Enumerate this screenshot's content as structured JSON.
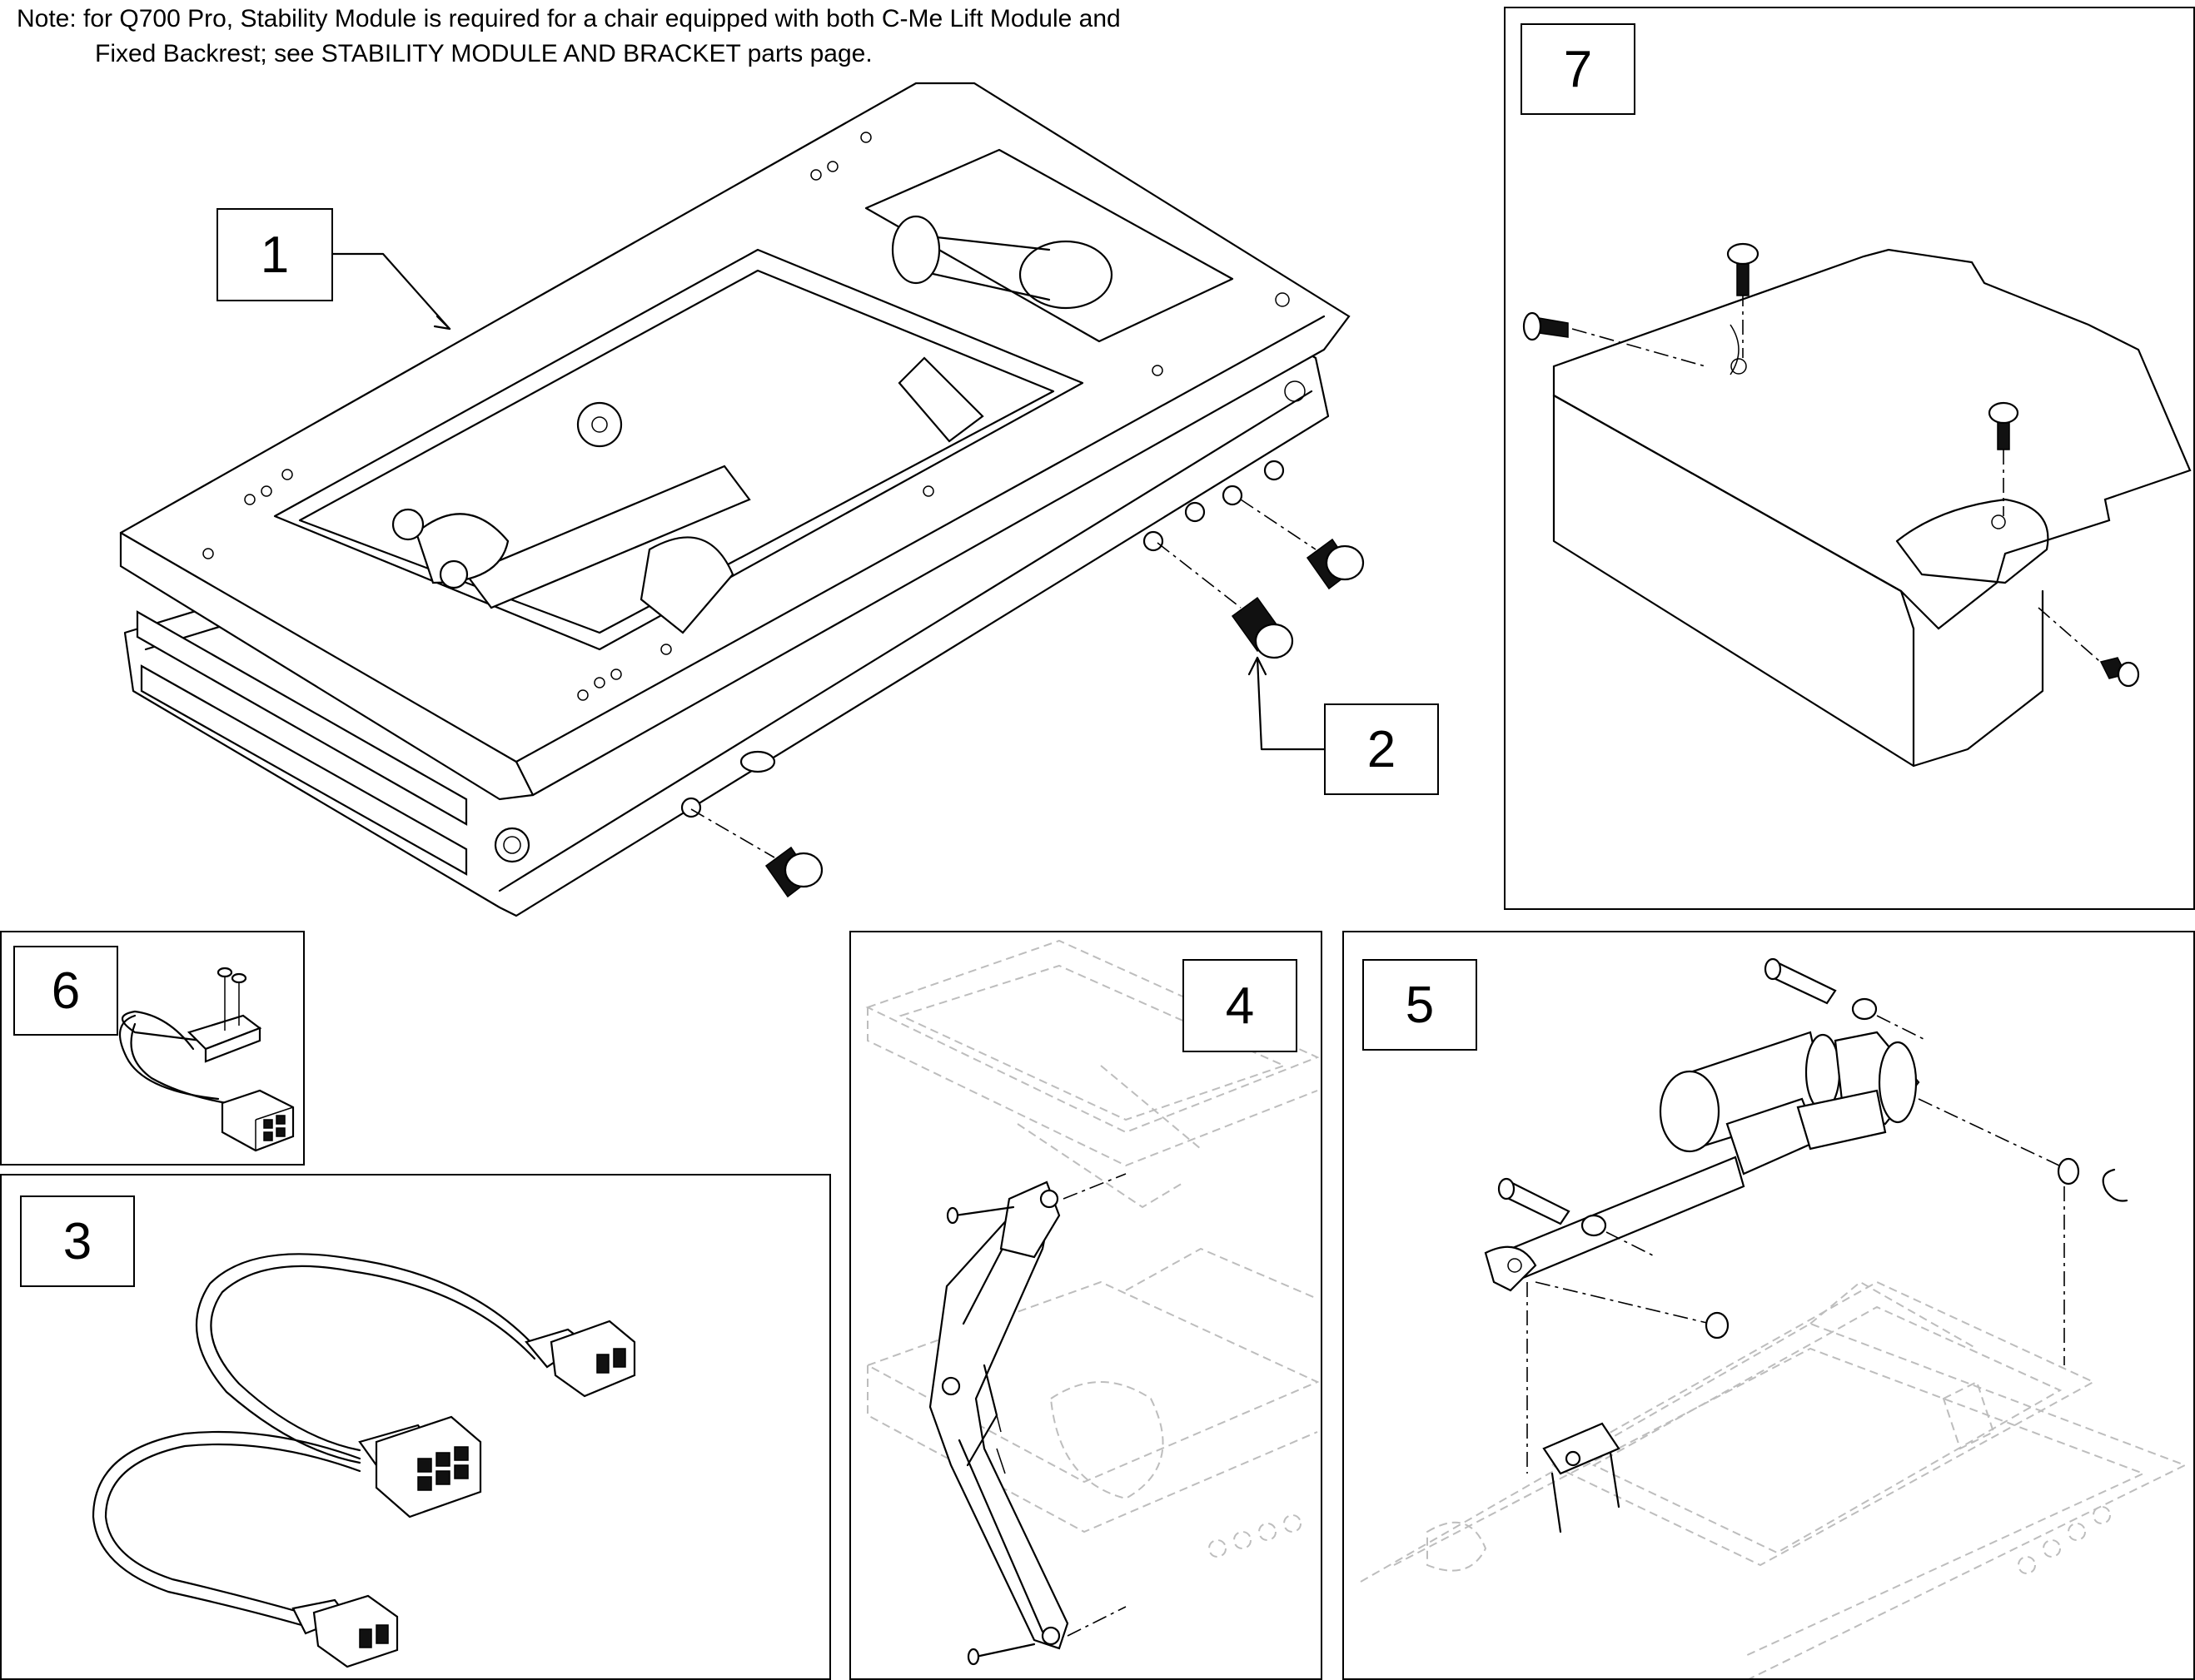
{
  "note": {
    "line1": "Note: for Q700 Pro, Stability Module is required for a chair equipped with both C-Me Lift Module and",
    "line2": "Fixed Backrest; see STABILITY MODULE AND BRACKET parts page."
  },
  "callouts": {
    "c1": "1",
    "c2": "2",
    "c3": "3",
    "c4": "4",
    "c5": "5",
    "c6": "6",
    "c7": "7"
  }
}
